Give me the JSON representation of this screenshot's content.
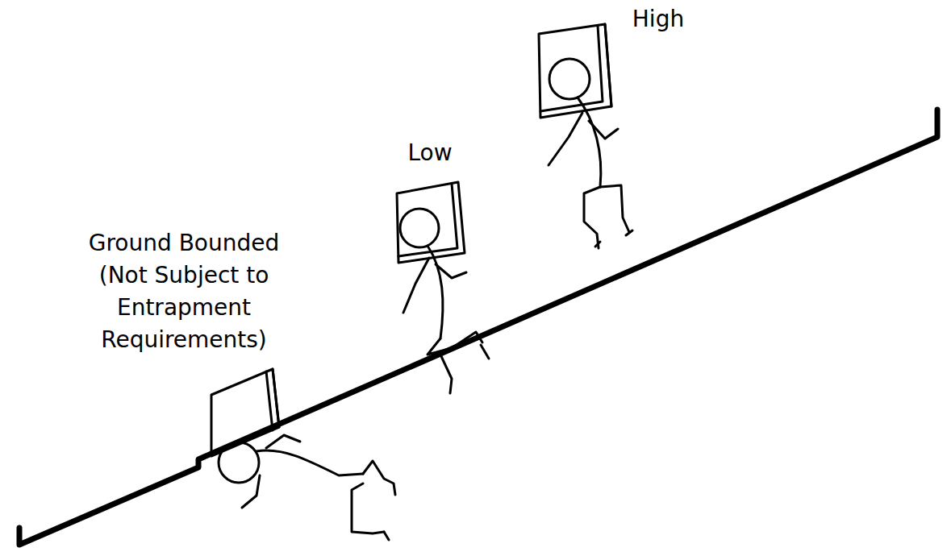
{
  "diagram": {
    "labels": [
      "High",
      "Low",
      "Ground Bounded (Not Subject to Entrapment Requirements)"
    ]
  }
}
